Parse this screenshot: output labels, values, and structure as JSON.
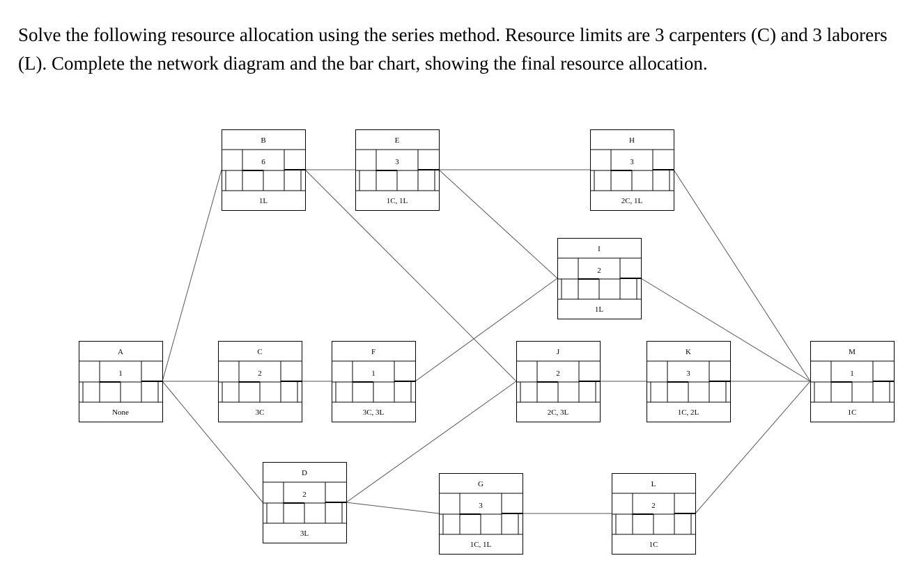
{
  "problem_text": "Solve the following resource allocation using the series method. Resource limits are 3 carpenters (C) and 3 laborers (L).  Complete the network diagram and the bar chart, showing the final resource allocation.",
  "colors": {
    "line": "#555555",
    "box": "#000000",
    "text": "#000000",
    "background": "#ffffff"
  },
  "activities": [
    {
      "id": "A",
      "name": "A",
      "duration": "1",
      "resources": "None"
    },
    {
      "id": "B",
      "name": "B",
      "duration": "6",
      "resources": "1L"
    },
    {
      "id": "C",
      "name": "C",
      "duration": "2",
      "resources": "3C"
    },
    {
      "id": "D",
      "name": "D",
      "duration": "2",
      "resources": "3L"
    },
    {
      "id": "E",
      "name": "E",
      "duration": "3",
      "resources": "1C, 1L"
    },
    {
      "id": "F",
      "name": "F",
      "duration": "1",
      "resources": "3C, 3L"
    },
    {
      "id": "G",
      "name": "G",
      "duration": "3",
      "resources": "1C, 1L"
    },
    {
      "id": "H",
      "name": "H",
      "duration": "3",
      "resources": "2C, 1L"
    },
    {
      "id": "I",
      "name": "I",
      "duration": "2",
      "resources": "1L"
    },
    {
      "id": "J",
      "name": "J",
      "duration": "2",
      "resources": "2C, 3L"
    },
    {
      "id": "K",
      "name": "K",
      "duration": "3",
      "resources": "1C, 2L"
    },
    {
      "id": "L",
      "name": "L",
      "duration": "2",
      "resources": "1C"
    },
    {
      "id": "M",
      "name": "M",
      "duration": "1",
      "resources": "1C"
    }
  ],
  "links": [
    [
      "A",
      "B"
    ],
    [
      "A",
      "C"
    ],
    [
      "A",
      "D"
    ],
    [
      "B",
      "E"
    ],
    [
      "B",
      "J"
    ],
    [
      "C",
      "F"
    ],
    [
      "D",
      "J"
    ],
    [
      "D",
      "G"
    ],
    [
      "E",
      "H"
    ],
    [
      "E",
      "I"
    ],
    [
      "F",
      "I"
    ],
    [
      "G",
      "L"
    ],
    [
      "H",
      "M"
    ],
    [
      "I",
      "M"
    ],
    [
      "J",
      "K"
    ],
    [
      "K",
      "M"
    ],
    [
      "L",
      "M"
    ]
  ]
}
